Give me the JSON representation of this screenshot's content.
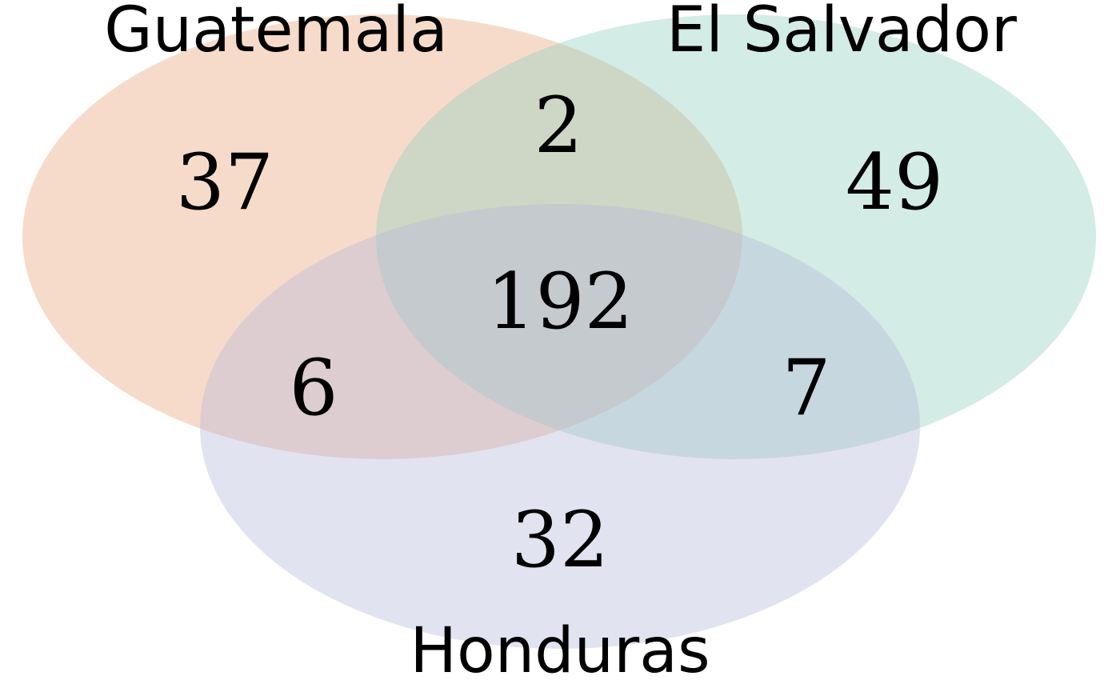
{
  "venn": {
    "sets": [
      {
        "key": "guatemala",
        "label": "Guatemala",
        "color": "#EAA67A"
      },
      {
        "key": "el_salvador",
        "label": "El Salvador",
        "color": "#91D0BE"
      },
      {
        "key": "honduras",
        "label": "Honduras",
        "color": "#B7B9DA"
      }
    ],
    "regions": {
      "guatemala_only": "37",
      "el_salvador_only": "49",
      "honduras_only": "32",
      "guatemala_el_salvador": "2",
      "guatemala_honduras": "6",
      "el_salvador_honduras": "7",
      "all_three": "192"
    }
  }
}
